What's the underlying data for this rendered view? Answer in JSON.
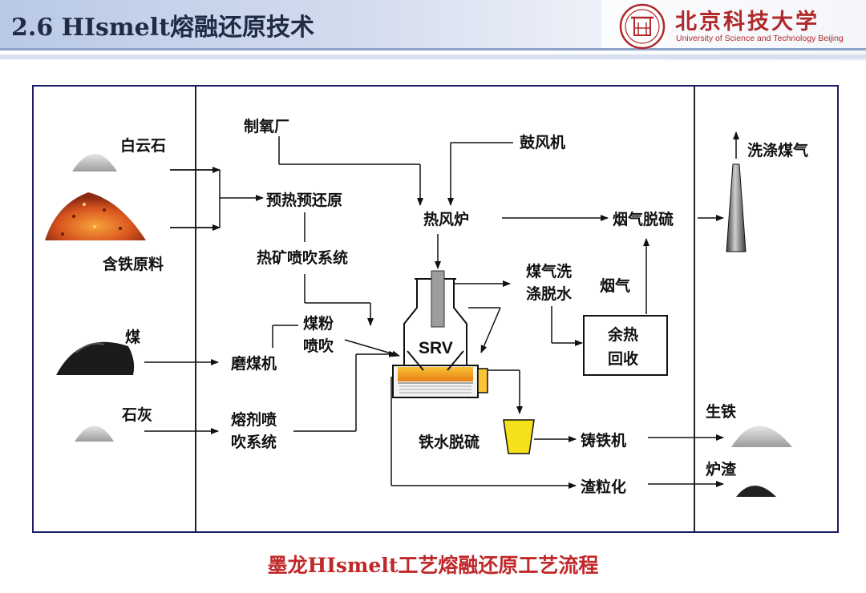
{
  "header": {
    "title": "2.6 HIsmelt熔融还原技术",
    "university_cn": "北京科技大学",
    "university_en": "University of Science and Technology Beijing",
    "logo_icon": "university-seal-icon"
  },
  "diagram": {
    "materials": {
      "dolomite": "白云石",
      "iron_ore": "含铁原料",
      "coal": "煤",
      "lime": "石灰"
    },
    "processes": {
      "preheat": "预热预还原",
      "hot_ore_inject": "热矿喷吹系统",
      "oxygen_plant": "制氧厂",
      "blower": "鼓风机",
      "hot_stove": "热风炉",
      "flue_desulf": "烟气脱硫",
      "clean_gas": "洗涤煤气",
      "gas_wash_1": "煤气洗",
      "gas_wash_2": "涤脱水",
      "flue_gas": "烟气",
      "heat_recovery_1": "余热",
      "heat_recovery_2": "回收",
      "coal_inject_1": "煤粉",
      "coal_inject_2": "喷吹",
      "coal_mill": "磨煤机",
      "flux_inject_1": "熔剂喷",
      "flux_inject_2": "吹系统",
      "srv": "SRV",
      "hm_desulf": "铁水脱硫",
      "casting": "铸铁机",
      "pig_iron": "生铁",
      "slag_gran": "渣粒化",
      "slag": "炉渣"
    },
    "colors": {
      "frame": "#1c1c66",
      "arrow": "#111111",
      "molten": "#f6a21a",
      "ladle": "#f4e11b"
    }
  },
  "caption": "墨龙HIsmelt工艺熔融还原工艺流程"
}
